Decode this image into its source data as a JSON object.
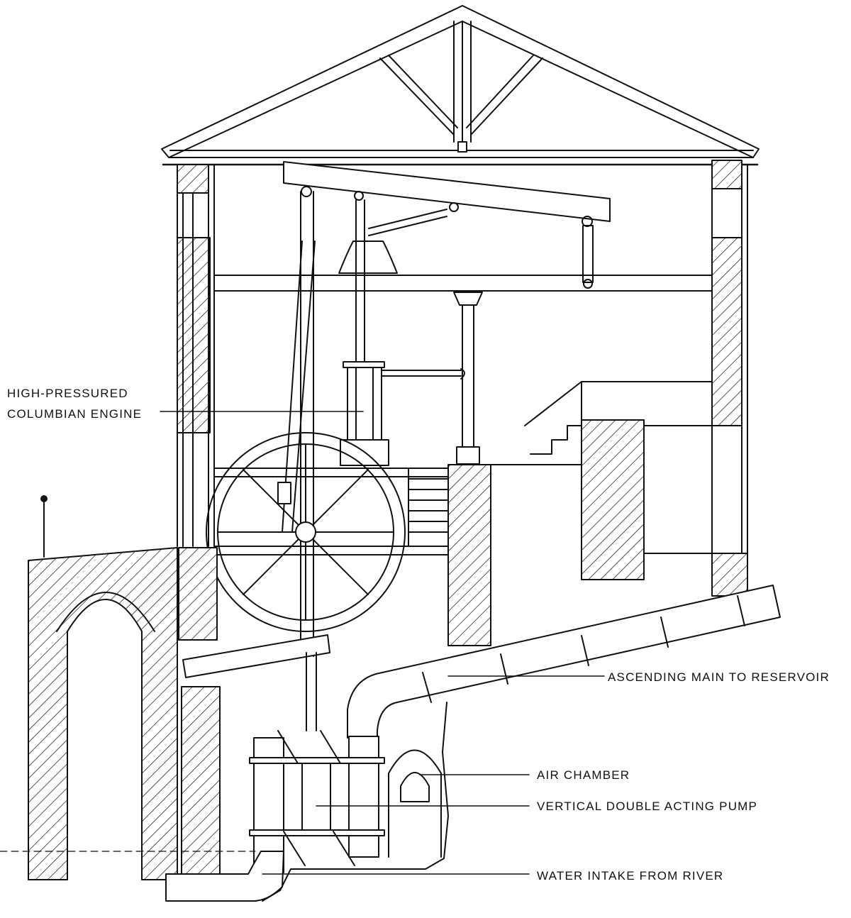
{
  "diagram": {
    "labels": {
      "engine_line1": "HIGH-PRESSURED",
      "engine_line2": "COLUMBIAN ENGINE",
      "ascending_main": "ASCENDING MAIN TO RESERVOIR",
      "air_chamber": "AIR CHAMBER",
      "pump": "VERTICAL DOUBLE ACTING PUMP",
      "water_intake": "WATER INTAKE FROM RIVER"
    },
    "colors": {
      "ink": "#111111",
      "paper": "#ffffff"
    }
  }
}
